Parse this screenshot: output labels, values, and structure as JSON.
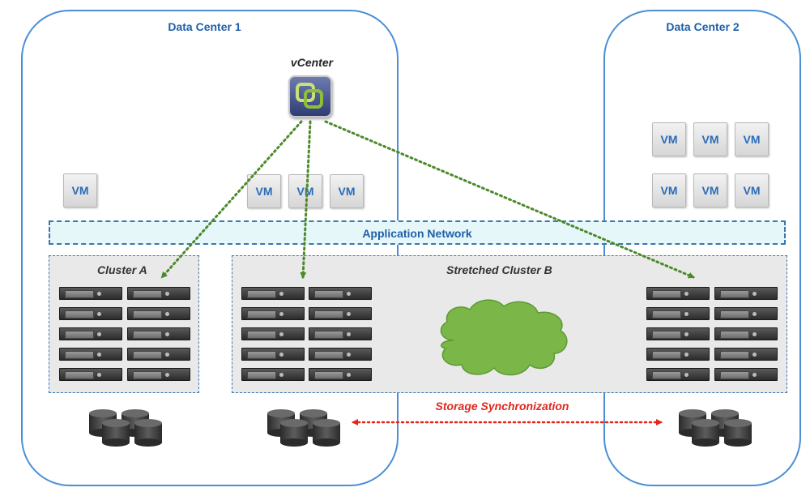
{
  "data_center_1": {
    "title": "Data Center 1"
  },
  "data_center_2": {
    "title": "Data Center 2"
  },
  "vcenter": {
    "label": "vCenter"
  },
  "application_network": {
    "label": "Application Network"
  },
  "cluster_a": {
    "title": "Cluster A"
  },
  "cluster_b": {
    "title": "Stretched Cluster B"
  },
  "vm_label": "VM",
  "storage_sync": {
    "label": "Storage Synchronization"
  },
  "colors": {
    "dc_border": "#4a8fd6",
    "title_blue": "#1f5fa8",
    "link_green": "#4b8a2a",
    "sync_red": "#e0261e",
    "cloud_green": "#7ab648"
  },
  "icons": [
    "vcenter-icon",
    "vm-icon",
    "server-icon",
    "storage-disk-icon",
    "network-cloud-icon"
  ]
}
